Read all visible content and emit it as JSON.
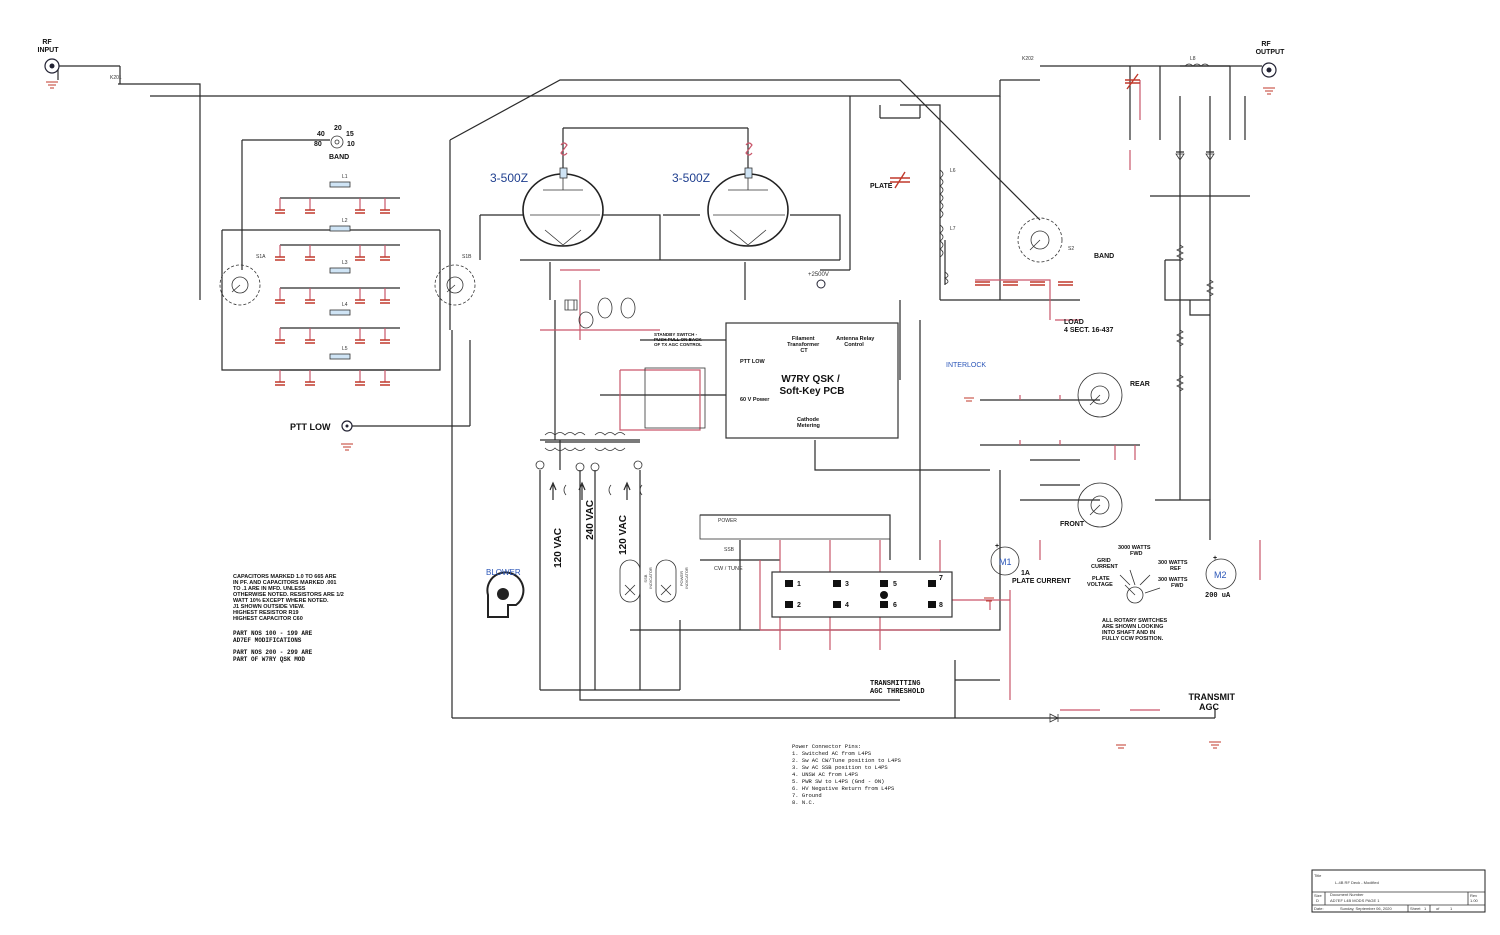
{
  "connectors": {
    "rf_input": "RF\nINPUT",
    "rf_output": "RF\nOUTPUT",
    "ptt_low": "PTT LOW",
    "transmit_agc": "TRANSMIT\nAGC",
    "b_plus": "+2500V"
  },
  "tubes": [
    "3-500Z",
    "3-500Z"
  ],
  "relays": {
    "k201": "K201",
    "k202": "K202"
  },
  "band_switch": {
    "label": "BAND",
    "positions": [
      "20",
      "40",
      "15",
      "80",
      "10"
    ]
  },
  "controls": {
    "plate": "PLATE",
    "band": "BAND",
    "load": "LOAD\n4 SECT. 16-437",
    "interlock": "INTERLOCK",
    "rear": "REAR",
    "front": "FRONT"
  },
  "pcb": {
    "title": "W7RY QSK /\nSoft-Key PCB",
    "filament": "Filament\nTransformer\nCT",
    "antenna_relay": "Antenna  Relay\nControl",
    "cathode": "Cathode\nMetering",
    "ptt_low_out": "PTT LOW",
    "power_60v": "60 V Power",
    "standby_note": "STANDBY SWITCH -\nPUSH PULL ON BACK\nOF TX AGC CONTROL"
  },
  "ac_labels": [
    "120 VAC",
    "240 VAC",
    "120 VAC"
  ],
  "blower": "BLOWER",
  "indicators": [
    "SSB\nINDICATOR",
    "POWER\nINDICATOR"
  ],
  "switches": {
    "power": "POWER",
    "ssb": "SSB",
    "cw_tune": "CW / TUNE"
  },
  "connector_pins": [
    "1",
    "2",
    "3",
    "4",
    "5",
    "6",
    "7",
    "8"
  ],
  "meters": {
    "m1": "M1",
    "m1_label": "1A\nPLATE CURRENT",
    "m2": "M2",
    "m2_label": "200 uA",
    "meter_positions": [
      "GRID\nCURRENT",
      "3000 WATTS\nFWD",
      "300 WATTS\nREF",
      "PLATE\nVOLTAGE",
      "300 WATTS\nFWD"
    ]
  },
  "notes": {
    "rotary": "ALL ROTARY SWITCHES\nARE SHOWN LOOKING\nINTO SHAFT AND IN\nFULLY CCW POSITION.",
    "capacitors": "CAPACITORS MARKED 1.0 TO 665 ARE\nIN PF. AND CAPACITORS MARKED .001\nTO .1 ARE IN MFD. UNLESS\nOTHERWISE NOTED. RESISTORS ARE 1/2\nWATT 10% EXCEPT WHERE NOTED.\nJ1 SHOWN OUTSIDE VIEW.\nHIGHEST RESISTOR R19\nHIGHEST CAPACITOR C60",
    "parts_100": "PART NOS 100 - 199 ARE\nAD7EF MODIFICATIONS",
    "parts_200": "PART NOS 200 - 299 ARE\nPART OF W7RY QSK MOD",
    "agc_threshold": "TRANSMITTING\nAGC THRESHOLD"
  },
  "power_pins": {
    "title": "Power Connector Pins:",
    "items": [
      "1. Switched AC from L4PS",
      "2. Sw AC CW/Tune position to L4PS",
      "3. Sw AC SSB position to L4PS",
      "4. UNSW AC from L4PS",
      "5. PWR SW to L4PS (Gnd - ON)",
      "6. HV Negative Return from L4PS",
      "7. Ground",
      "8. N.C."
    ]
  },
  "title_block": {
    "title_label": "Title",
    "title": "L-4B RF Deck - Modified",
    "size": "Size\nD",
    "doc_label": "Document Number",
    "doc": "AD7EF L4B MODS PAGE 1",
    "rev": "Rev\n1.00",
    "date_label": "Date:",
    "date": "Sunday, September 06, 2020",
    "sheet_label": "Sheet",
    "sheet": "1",
    "of": "of",
    "of_val": "1"
  }
}
